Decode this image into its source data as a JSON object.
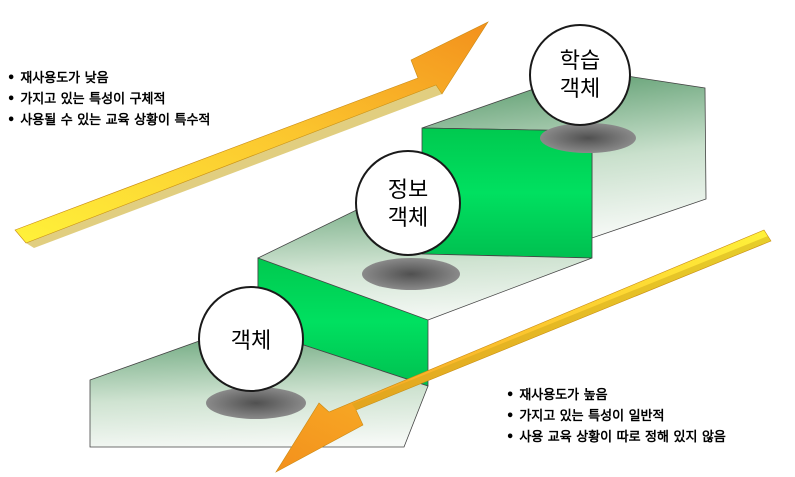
{
  "diagram": {
    "spheres": {
      "learning_object": [
        "학습",
        "객체"
      ],
      "information_object": [
        "정보",
        "객체"
      ],
      "object": [
        "객체"
      ]
    },
    "upper_arrow_notes": [
      "재사용도가 낮음",
      "가지고 있는 특성이 구체적",
      "사용될 수 있는 교육 상황이 특수적"
    ],
    "lower_arrow_notes": [
      "재사용도가 높음",
      "가지고 있는 특성이 일반적",
      "사용 교육 상황이 따로 정해 있지 않음"
    ],
    "colors": {
      "riser": "#00d65a",
      "tread_dark": "#5f9f72",
      "tread_light": "#f4f8f4",
      "arrow_orange": "#f39a1e",
      "arrow_yellow": "#fff23a",
      "shadow": "#6a6a6a"
    }
  }
}
